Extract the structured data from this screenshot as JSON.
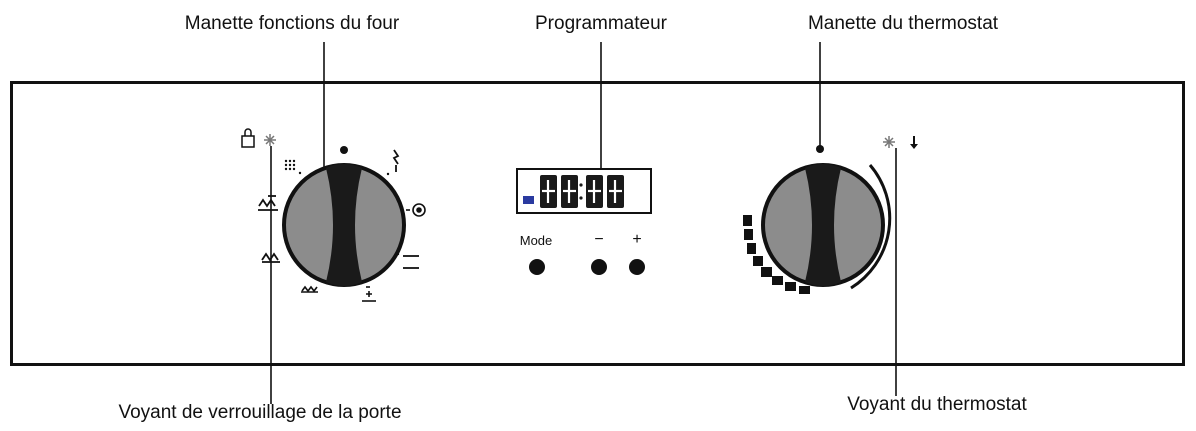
{
  "callouts": {
    "function_knob": "Manette fonctions du four",
    "programmer": "Programmateur",
    "thermostat_knob": "Manette du thermostat",
    "door_lock_light": "Voyant de verrouillage de la porte",
    "thermostat_light": "Voyant du thermostat"
  },
  "programmer": {
    "buttons": [
      {
        "label": "Mode"
      },
      {
        "label": "−"
      },
      {
        "label": "+"
      }
    ]
  },
  "icons": {
    "lock": "lock-icon",
    "fan_lock": "fan-icon",
    "fan_thermo": "fan-icon",
    "thermo": "thermometer-icon"
  },
  "colors": {
    "line": "#111111",
    "knob_fill": "#8c8c8c",
    "knob_center": "#1a1a1a",
    "display_accent": "#2a3aa0"
  }
}
